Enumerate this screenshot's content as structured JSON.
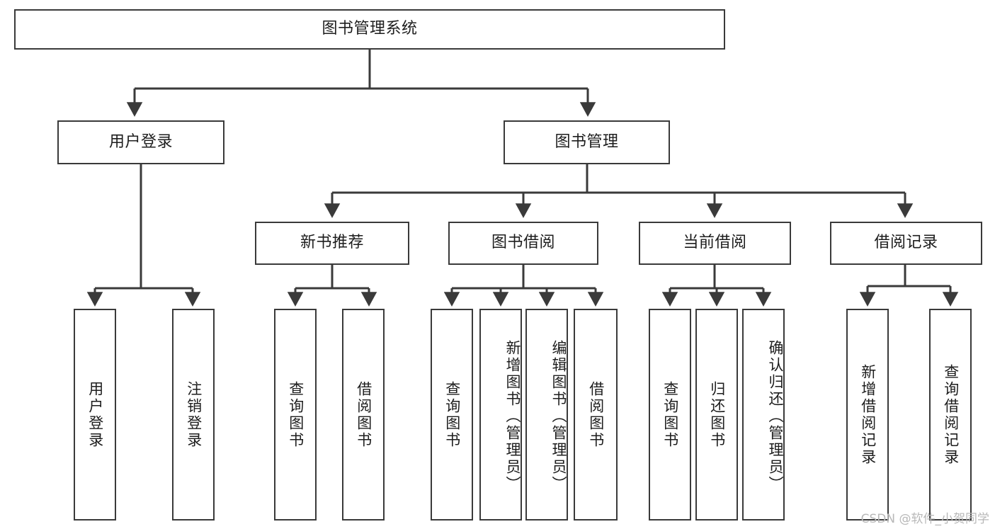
{
  "diagram": {
    "title": "图书管理系统",
    "type": "hierarchy-tree",
    "levels": 4,
    "root": {
      "label": "图书管理系统"
    },
    "level2": [
      {
        "label": "用户登录"
      },
      {
        "label": "图书管理"
      }
    ],
    "level3": [
      {
        "label": "新书推荐"
      },
      {
        "label": "图书借阅"
      },
      {
        "label": "当前借阅"
      },
      {
        "label": "借阅记录"
      }
    ],
    "leaves_user_login": [
      {
        "label": "用户登录"
      },
      {
        "label": "注销登录"
      }
    ],
    "leaves_new_book": [
      {
        "label": "查询图书"
      },
      {
        "label": "借阅图书"
      }
    ],
    "leaves_borrow": [
      {
        "label": "查询图书"
      },
      {
        "label": "新增图书（管理员）"
      },
      {
        "label": "编辑图书（管理员）"
      },
      {
        "label": "借阅图书"
      }
    ],
    "leaves_current": [
      {
        "label": "查询图书"
      },
      {
        "label": "归还图书"
      },
      {
        "label": "确认归还（管理员）"
      }
    ],
    "leaves_record": [
      {
        "label": "新增借阅记录"
      },
      {
        "label": "查询借阅记录"
      }
    ]
  },
  "watermark": {
    "text": "CSDN @软件_小贺同学"
  },
  "colors": {
    "stroke": "#3a3a3a",
    "background": "#ffffff",
    "text": "#1d1d1d",
    "watermark": "#b8b8b8"
  }
}
